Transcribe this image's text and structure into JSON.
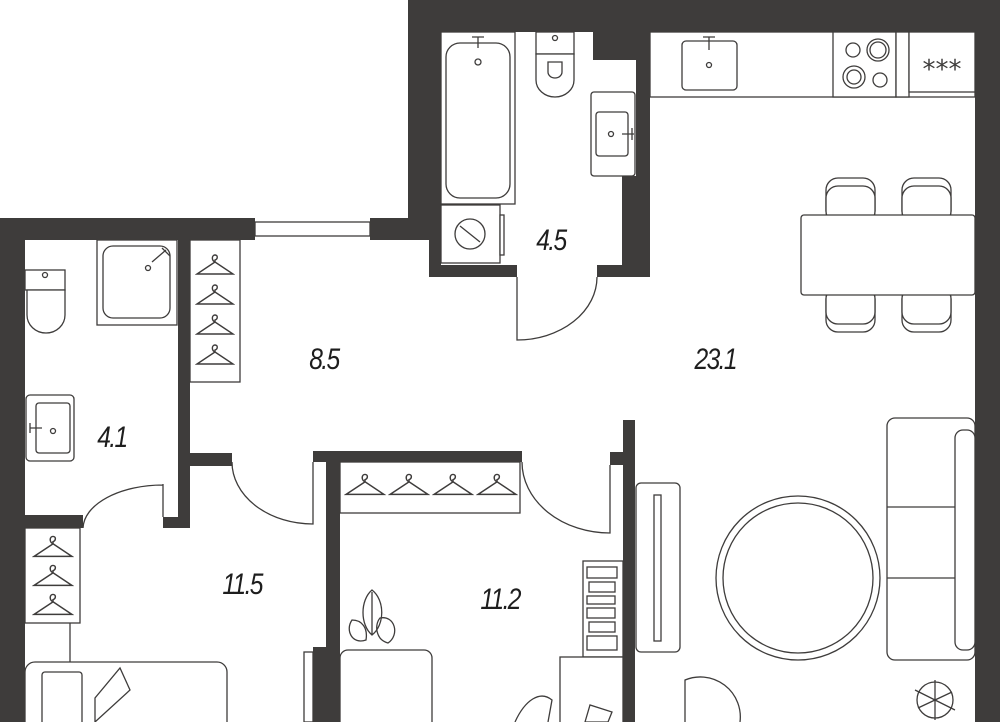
{
  "plan": {
    "wall_color": "#3e3c3b",
    "rooms": [
      {
        "id": "bathroom",
        "area": "4.5"
      },
      {
        "id": "hallway",
        "area": "8.5"
      },
      {
        "id": "kitchen-living",
        "area": "23.1"
      },
      {
        "id": "bathroom-2",
        "area": "4.1"
      },
      {
        "id": "bedroom-1",
        "area": "11.5"
      },
      {
        "id": "bedroom-2",
        "area": "11.2"
      }
    ],
    "fridge_mark": "***"
  }
}
